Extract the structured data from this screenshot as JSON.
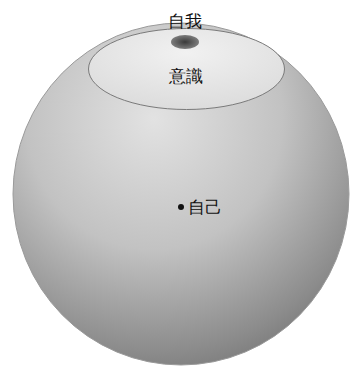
{
  "diagram": {
    "nodes": [
      {
        "text": [
          "自己"
        ]
      },
      {
        "text": [
          "意識"
        ],
        "in": 0
      },
      {
        "text": [
          "自我"
        ],
        "in": 1
      }
    ]
  }
}
